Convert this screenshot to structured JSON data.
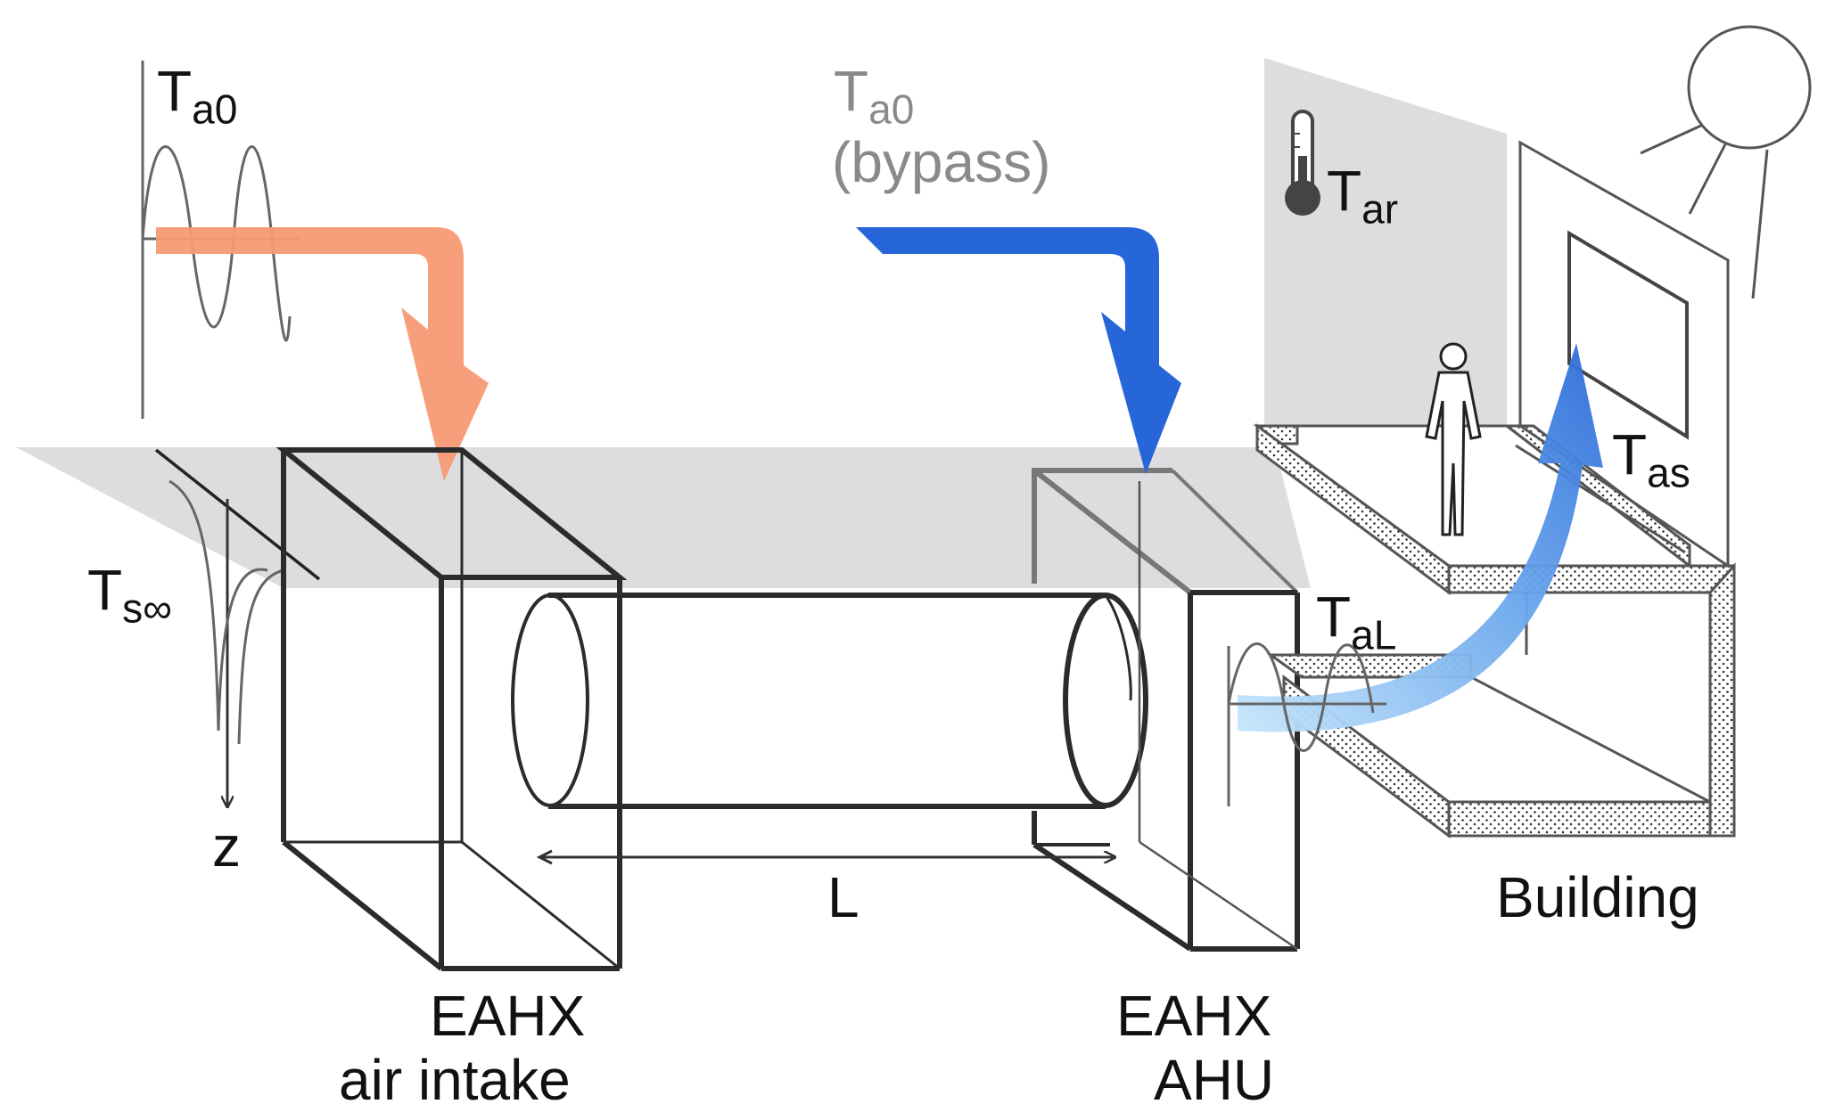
{
  "labels": {
    "ta0_left": {
      "main": "T",
      "sub": "a0"
    },
    "ta0_bypass": {
      "main": "T",
      "sub": "a0"
    },
    "bypass": "(bypass)",
    "tar": {
      "main": "T",
      "sub": "ar"
    },
    "tas": {
      "main": "T",
      "sub": "as"
    },
    "tal": {
      "main": "T",
      "sub": "aL"
    },
    "tsinf": {
      "main": "T",
      "sub": "s∞"
    },
    "z": "z",
    "length": "L",
    "building": "Building",
    "intake_line1": "EAHX",
    "intake_line2": "air intake",
    "ahu_line1": "EAHX",
    "ahu_line2": "AHU"
  },
  "colors": {
    "warm_arrow": "#f79a73",
    "cool_arrow": "#2666d8",
    "supply_arrow_start": "#c5e6fb",
    "supply_arrow_end": "#2a6ad8",
    "ground_plane": "#dedcdf",
    "wall_plane": "#dedcdf",
    "line_dark": "#2b2b2b",
    "line_mid": "#666666",
    "muted_text": "#8a8a8a"
  },
  "icons": [
    "thermometer-icon",
    "sun-icon",
    "person-icon"
  ]
}
